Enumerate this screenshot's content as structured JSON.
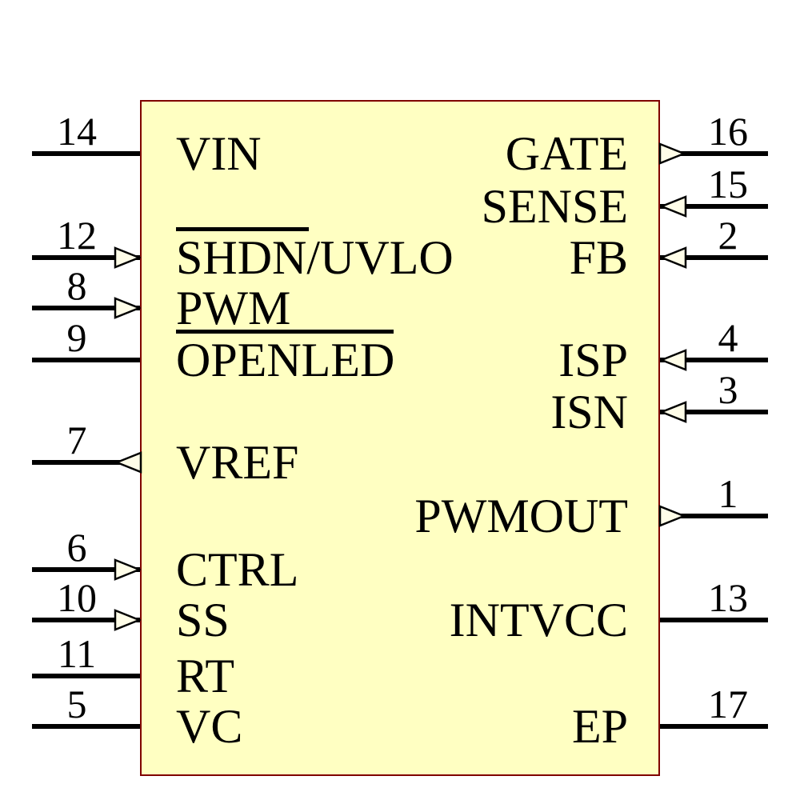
{
  "schematic": {
    "component_kind": "ic-symbol",
    "body": {
      "fill": "#FFFFC2",
      "border": "#800000"
    },
    "colors": {
      "pin_line": "#000000",
      "text": "#000000",
      "arrow_fill": "#FFFDE8"
    },
    "left_pins": [
      {
        "number": "14",
        "label": "VIN",
        "arrow": "none",
        "overline": ""
      },
      {
        "number": "12",
        "label": "SHDN/UVLO",
        "arrow": "input",
        "overline": "SHDN"
      },
      {
        "number": "8",
        "label": "PWM",
        "arrow": "input",
        "overline": ""
      },
      {
        "number": "9",
        "label": "OPENLED",
        "arrow": "none",
        "overline": "OPENLED"
      },
      {
        "number": "7",
        "label": "VREF",
        "arrow": "output",
        "overline": ""
      },
      {
        "number": "6",
        "label": "CTRL",
        "arrow": "input",
        "overline": ""
      },
      {
        "number": "10",
        "label": "SS",
        "arrow": "input",
        "overline": ""
      },
      {
        "number": "11",
        "label": "RT",
        "arrow": "none",
        "overline": ""
      },
      {
        "number": "5",
        "label": "VC",
        "arrow": "none",
        "overline": ""
      }
    ],
    "right_pins": [
      {
        "number": "16",
        "label": "GATE",
        "arrow": "output",
        "overline": ""
      },
      {
        "number": "15",
        "label": "SENSE",
        "arrow": "input",
        "overline": ""
      },
      {
        "number": "2",
        "label": "FB",
        "arrow": "input",
        "overline": ""
      },
      {
        "number": "4",
        "label": "ISP",
        "arrow": "input",
        "overline": ""
      },
      {
        "number": "3",
        "label": "ISN",
        "arrow": "input",
        "overline": ""
      },
      {
        "number": "1",
        "label": "PWMOUT",
        "arrow": "output",
        "overline": ""
      },
      {
        "number": "13",
        "label": "INTVCC",
        "arrow": "none",
        "overline": ""
      },
      {
        "number": "17",
        "label": "EP",
        "arrow": "none",
        "overline": ""
      }
    ]
  }
}
